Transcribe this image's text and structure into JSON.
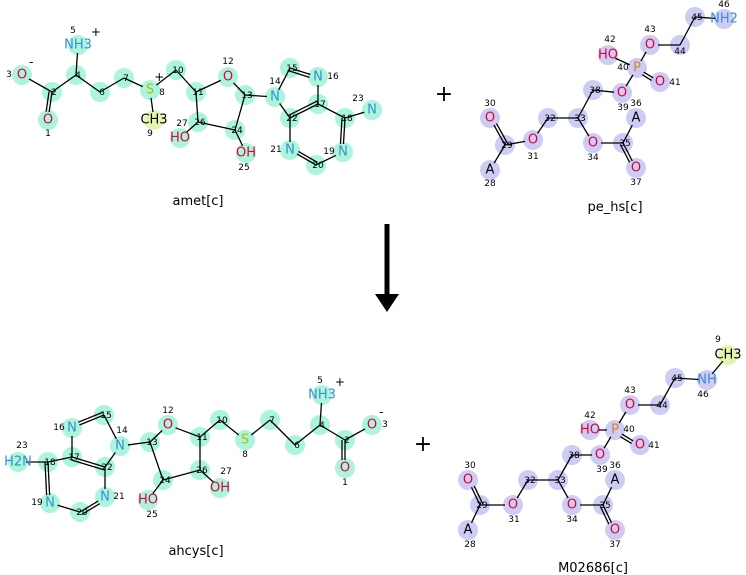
{
  "colors": {
    "highlight_main": "#aaf5dc",
    "highlight_alt": "#ccccf5",
    "highlight_methyl": "#e3f5b0",
    "O": "#e0003a",
    "N": "#3c8cd0",
    "S": "#b8b800",
    "P": "#e08020",
    "C": "#000000",
    "bond": "#000000"
  },
  "operators": {
    "plus": "+"
  },
  "molecules": [
    {
      "name": "amet[c]",
      "atoms": [
        {
          "id": "1",
          "label": "O",
          "el": "O"
        },
        {
          "id": "2",
          "label": "",
          "el": "C"
        },
        {
          "id": "3",
          "label": "O",
          "el": "O",
          "charge": "-"
        },
        {
          "id": "4",
          "label": "",
          "el": "C"
        },
        {
          "id": "5",
          "label": "NH3",
          "el": "N",
          "charge": "+"
        },
        {
          "id": "6",
          "label": "",
          "el": "C"
        },
        {
          "id": "7",
          "label": "",
          "el": "C"
        },
        {
          "id": "8",
          "label": "S",
          "el": "S",
          "charge": "+"
        },
        {
          "id": "9",
          "label": "CH3",
          "el": "C",
          "methyl": true
        },
        {
          "id": "10",
          "label": "",
          "el": "C"
        },
        {
          "id": "11",
          "label": "",
          "el": "C"
        },
        {
          "id": "12",
          "label": "O",
          "el": "O"
        },
        {
          "id": "13",
          "label": "",
          "el": "C"
        },
        {
          "id": "14",
          "label": "N",
          "el": "N"
        },
        {
          "id": "15",
          "label": "",
          "el": "C"
        },
        {
          "id": "16",
          "label": "N",
          "el": "N"
        },
        {
          "id": "17",
          "label": "",
          "el": "C"
        },
        {
          "id": "18",
          "label": "",
          "el": "C"
        },
        {
          "id": "19",
          "label": "N",
          "el": "N"
        },
        {
          "id": "20",
          "label": "",
          "el": "C"
        },
        {
          "id": "21",
          "label": "N",
          "el": "N"
        },
        {
          "id": "22",
          "label": "",
          "el": "C"
        },
        {
          "id": "23",
          "label": "N",
          "el": "N"
        },
        {
          "id": "24",
          "label": "",
          "el": "C"
        },
        {
          "id": "25",
          "label": "OH",
          "el": "O"
        },
        {
          "id": "26",
          "label": "",
          "el": "C"
        },
        {
          "id": "27",
          "label": "HO",
          "el": "O"
        }
      ]
    },
    {
      "name": "pe_hs[c]",
      "atoms": [
        {
          "id": "28",
          "label": "A",
          "el": "C"
        },
        {
          "id": "29",
          "label": "",
          "el": "C"
        },
        {
          "id": "30",
          "label": "O",
          "el": "O"
        },
        {
          "id": "31",
          "label": "O",
          "el": "O"
        },
        {
          "id": "32",
          "label": "",
          "el": "C"
        },
        {
          "id": "33",
          "label": "",
          "el": "C"
        },
        {
          "id": "34",
          "label": "O",
          "el": "O"
        },
        {
          "id": "35",
          "label": "",
          "el": "C"
        },
        {
          "id": "36",
          "label": "A",
          "el": "C"
        },
        {
          "id": "37",
          "label": "O",
          "el": "O"
        },
        {
          "id": "38",
          "label": "",
          "el": "C"
        },
        {
          "id": "39",
          "label": "O",
          "el": "O"
        },
        {
          "id": "40",
          "label": "P",
          "el": "P"
        },
        {
          "id": "41",
          "label": "O",
          "el": "O"
        },
        {
          "id": "42",
          "label": "HO",
          "el": "O"
        },
        {
          "id": "43",
          "label": "O",
          "el": "O"
        },
        {
          "id": "44",
          "label": "",
          "el": "C"
        },
        {
          "id": "45",
          "label": "",
          "el": "C"
        },
        {
          "id": "46",
          "label": "NH2",
          "el": "N"
        }
      ]
    },
    {
      "name": "ahcys[c]",
      "atoms": [
        {
          "id": "1",
          "label": "O",
          "el": "O"
        },
        {
          "id": "2",
          "label": "",
          "el": "C"
        },
        {
          "id": "3",
          "label": "O",
          "el": "O",
          "charge": "-"
        },
        {
          "id": "4",
          "label": "",
          "el": "C"
        },
        {
          "id": "5",
          "label": "NH3",
          "el": "N",
          "charge": "+"
        },
        {
          "id": "6",
          "label": "",
          "el": "C"
        },
        {
          "id": "7",
          "label": "",
          "el": "C"
        },
        {
          "id": "8",
          "label": "S",
          "el": "S"
        },
        {
          "id": "10",
          "label": "",
          "el": "C"
        },
        {
          "id": "11",
          "label": "",
          "el": "C"
        },
        {
          "id": "12",
          "label": "O",
          "el": "O"
        },
        {
          "id": "13",
          "label": "",
          "el": "C"
        },
        {
          "id": "14",
          "label": "N",
          "el": "N"
        },
        {
          "id": "15",
          "label": "",
          "el": "C"
        },
        {
          "id": "16",
          "label": "N",
          "el": "N"
        },
        {
          "id": "17",
          "label": "",
          "el": "C"
        },
        {
          "id": "18",
          "label": "",
          "el": "C"
        },
        {
          "id": "19",
          "label": "N",
          "el": "N"
        },
        {
          "id": "20",
          "label": "",
          "el": "C"
        },
        {
          "id": "21",
          "label": "N",
          "el": "N"
        },
        {
          "id": "22",
          "label": "",
          "el": "C"
        },
        {
          "id": "23",
          "label": "H2N",
          "el": "N"
        },
        {
          "id": "24",
          "label": "",
          "el": "C"
        },
        {
          "id": "25",
          "label": "HO",
          "el": "O"
        },
        {
          "id": "26",
          "label": "",
          "el": "C"
        },
        {
          "id": "27",
          "label": "OH",
          "el": "O"
        }
      ]
    },
    {
      "name": "M02686[c]",
      "atoms": [
        {
          "id": "9",
          "label": "CH3",
          "el": "C",
          "methyl": true
        },
        {
          "id": "28",
          "label": "A",
          "el": "C"
        },
        {
          "id": "29",
          "label": "",
          "el": "C"
        },
        {
          "id": "30",
          "label": "O",
          "el": "O"
        },
        {
          "id": "31",
          "label": "O",
          "el": "O"
        },
        {
          "id": "32",
          "label": "",
          "el": "C"
        },
        {
          "id": "33",
          "label": "",
          "el": "C"
        },
        {
          "id": "34",
          "label": "O",
          "el": "O"
        },
        {
          "id": "35",
          "label": "",
          "el": "C"
        },
        {
          "id": "36",
          "label": "A",
          "el": "C"
        },
        {
          "id": "37",
          "label": "O",
          "el": "O"
        },
        {
          "id": "38",
          "label": "",
          "el": "C"
        },
        {
          "id": "39",
          "label": "O",
          "el": "O"
        },
        {
          "id": "40",
          "label": "P",
          "el": "P"
        },
        {
          "id": "41",
          "label": "O",
          "el": "O"
        },
        {
          "id": "42",
          "label": "HO",
          "el": "O"
        },
        {
          "id": "43",
          "label": "O",
          "el": "O"
        },
        {
          "id": "44",
          "label": "",
          "el": "C"
        },
        {
          "id": "45",
          "label": "",
          "el": "C"
        },
        {
          "id": "46",
          "label": "NH",
          "el": "N"
        }
      ]
    }
  ]
}
